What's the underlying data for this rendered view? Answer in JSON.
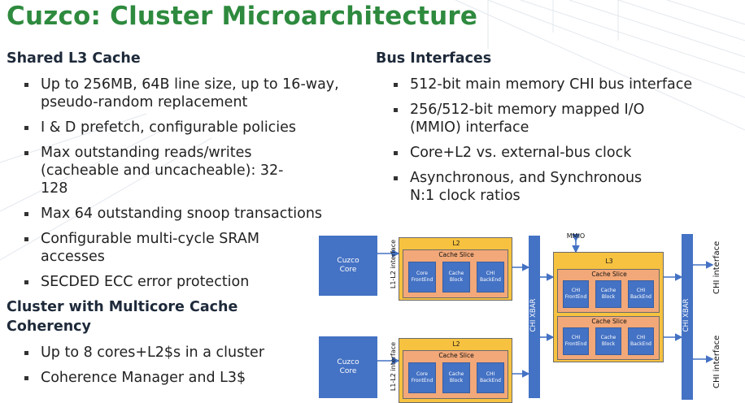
{
  "title": "Cuzco: Cluster Microarchitecture",
  "shared_l3": {
    "heading": "Shared L3 Cache",
    "bullets": [
      "Up to 256MB, 64B line size, up to 16-way, pseudo-random replacement",
      "I & D prefetch, configurable policies",
      "Max outstanding reads/writes (cacheable and uncacheable): 32-128",
      "Max 64 outstanding snoop transactions",
      "Configurable multi-cycle SRAM accesses",
      "SECDED ECC error protection"
    ]
  },
  "coherency": {
    "heading": "Cluster with Multicore Cache Coherency",
    "bullets": [
      "Up to 8 cores+L2$s in a cluster",
      "Coherence Manager and L3$"
    ]
  },
  "bus": {
    "heading": "Bus Interfaces",
    "bullets": [
      "512-bit main memory CHI bus interface",
      "256/512-bit memory mapped I/O (MMIO) interface",
      "Core+L2 vs. external-bus clock",
      "Asynchronous, and Synchronous N:1 clock ratios"
    ]
  },
  "diagram": {
    "core_label": "Cuzco Core",
    "l1l2": "L1-L2 interface",
    "l2": "L2",
    "l3": "L3",
    "cache_slice": "Cache Slice",
    "core_frontend": "Core FrontEnd",
    "cache_block": "Cache Block",
    "chi_backend": "CHI BackEnd",
    "chi_frontend": "CHI FrontEnd",
    "chi_xbar": "CHI XBAR",
    "mmio": "MMIO",
    "chi_interface": "CHI interface"
  },
  "colors": {
    "title_green": "#2e8a3e",
    "block_blue": "#4472c4",
    "yellow": "#f6c240",
    "orange": "#f2a878"
  }
}
